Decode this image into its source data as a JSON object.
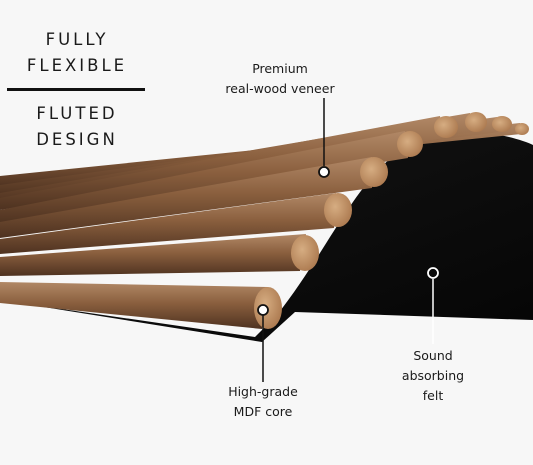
{
  "headline": {
    "line1": "FULLY",
    "line2": "FLEXIBLE",
    "line3": "FLUTED",
    "line4": "DESIGN"
  },
  "callouts": {
    "veneer": [
      "Premium",
      "real-wood veneer"
    ],
    "mdf": [
      "High-grade",
      "MDF core"
    ],
    "felt": [
      "Sound",
      "absorbing",
      "felt"
    ]
  },
  "colors": {
    "background": "#f7f7f7",
    "wood": "#8a5f3e",
    "felt": "#0b0b0b",
    "text": "#1a1a1a"
  }
}
